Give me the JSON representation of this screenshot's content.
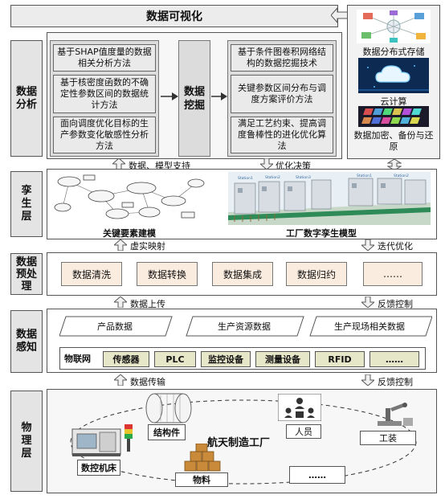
{
  "title": "数据可视化",
  "layers": {
    "analysis": "数据分析",
    "twin": "孪生层",
    "preprocess": "数据预处理",
    "perception": "数据感知",
    "physical": "物理层"
  },
  "analysis": {
    "left_items": [
      "基于SHAP值度量的数据相关分析方法",
      "基于核密度函数的不确定性参数区间的数据统计方法",
      "面向调度优化目标的生产参数变化敏感性分析方法"
    ],
    "mid_label": "数据挖掘",
    "right_items": [
      "基于条件图卷积网络结构的数据挖掘技术",
      "关键参数区间分布与调度方案评价方法",
      "满足工艺约束、提高调度鲁棒性的进化优化算法"
    ],
    "cloud_items": [
      "数据分布式存储",
      "云计算",
      "数据加密、备份与还原"
    ]
  },
  "arrows": {
    "data_model_support": "数据、模型支持",
    "optimize_decision": "优化决策",
    "virtual_real_mapping": "虚实映射",
    "iterative_optimize": "迭代优化",
    "data_upload": "数据上传",
    "feedback_control_1": "反馈控制",
    "data_transmit": "数据传输",
    "feedback_control_2": "反馈控制"
  },
  "twin": {
    "left_caption": "关键要素建模",
    "right_caption": "工厂数字孪生模型"
  },
  "preprocess": {
    "items": [
      "数据清洗",
      "数据转换",
      "数据集成",
      "数据归约",
      "……"
    ]
  },
  "perception": {
    "data_types": [
      "产品数据",
      "生产资源数据",
      "生产现场相关数据"
    ],
    "iot_label": "物联网",
    "iot_items": [
      "传感器",
      "PLC",
      "监控设备",
      "测量设备",
      "RFID",
      "……"
    ]
  },
  "physical": {
    "factory": "航天制造工厂",
    "structure": "结构件",
    "personnel": "人员",
    "fixture": "工装",
    "cnc": "数控机床",
    "material": "物料",
    "ellipsis": "……"
  }
}
